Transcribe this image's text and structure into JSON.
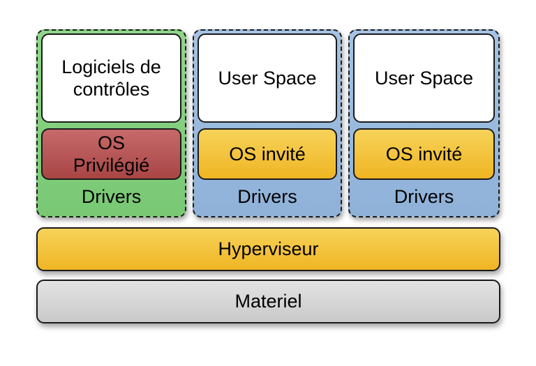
{
  "diagram": {
    "columns": [
      {
        "top": "Logiciels de\ncontrôles",
        "os": "OS\nPrivilégié",
        "drivers": "Drivers"
      },
      {
        "top": "User Space",
        "os": "OS invité",
        "drivers": "Drivers"
      },
      {
        "top": "User Space",
        "os": "OS invité",
        "drivers": "Drivers"
      }
    ],
    "hypervisor": "Hyperviseur",
    "hardware": "Materiel"
  },
  "colors": {
    "privileged_vm_bg": "#79c874",
    "guest_vm_bg": "#8fb1d8",
    "os_privileged": "#a84545",
    "os_guest": "#efb523",
    "hypervisor": "#efb523",
    "hardware": "#c9c9c9"
  }
}
